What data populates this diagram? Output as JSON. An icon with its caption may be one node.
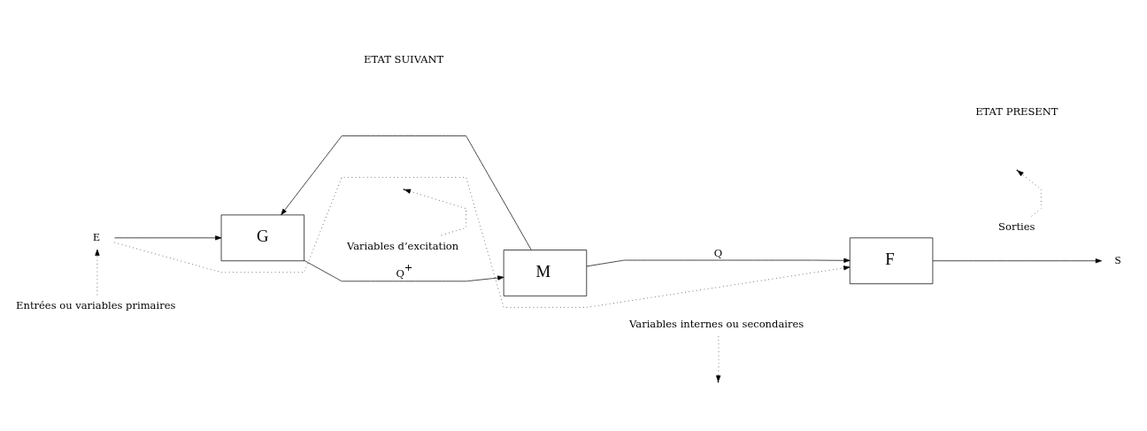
{
  "diagram": {
    "nodes": [
      {
        "text": [
          "E"
        ]
      },
      {
        "text": [
          "G"
        ]
      },
      {
        "text": [
          "M"
        ]
      },
      {
        "text": [
          "F"
        ]
      },
      {
        "text": [
          "S"
        ]
      },
      {
        "text": [
          "Entrées ou variables primaires"
        ]
      },
      {
        "text": [
          "Variables d’excitation"
        ]
      },
      {
        "text": [
          "Variables internes ou secondaires"
        ]
      },
      {
        "text": [
          "Sorties"
        ]
      }
    ],
    "edges": [
      {
        "from": 0,
        "to": 1,
        "arrow": "to"
      },
      {
        "from": 0,
        "to": 3,
        "arrow": "to",
        "style": "dashed"
      },
      {
        "from": 1,
        "to": 2,
        "arrow": "to",
        "label": "Q$^{+}$"
      },
      {
        "from": 2,
        "to": 3,
        "arrow": "to",
        "label": "Q"
      },
      {
        "from": 2,
        "to": 1,
        "arrow": "to"
      },
      {
        "from": 3,
        "to": 4,
        "arrow": "to"
      },
      {
        "from": 5,
        "to": 0,
        "arrow": "to",
        "style": "dashed"
      },
      {
        "from": 6,
        "to": null,
        "arrow": "to",
        "style": "dashed"
      },
      {
        "from": 7,
        "to": null,
        "arrow": "to",
        "style": "dashed"
      },
      {
        "from": 8,
        "to": null,
        "arrow": "to",
        "style": "dashed"
      }
    ],
    "labels": [
      "ETAT SUIVANT",
      "ETAT PRESENT"
    ]
  }
}
